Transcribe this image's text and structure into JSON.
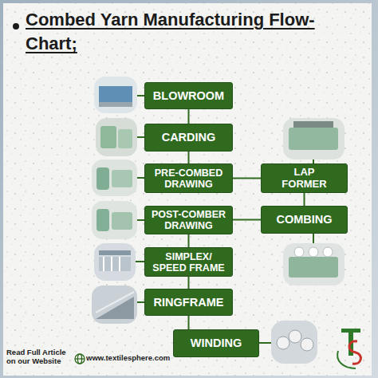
{
  "diagram": {
    "title": "Combed Yarn Manufacturing Flow-Chart;",
    "nodes": [
      {
        "text": [
          "BLOWROOM"
        ]
      },
      {
        "text": [
          "CARDING"
        ]
      },
      {
        "text": [
          "PRE-COMBED DRAWING"
        ]
      },
      {
        "text": [
          "LAP FORMER"
        ]
      },
      {
        "text": [
          "POST-COMBER DRAWING"
        ]
      },
      {
        "text": [
          "COMBING"
        ]
      },
      {
        "text": [
          "SIMPLEX/ SPEED FRAME"
        ]
      },
      {
        "text": [
          "RINGFRAME"
        ]
      },
      {
        "text": [
          "WINDING"
        ]
      }
    ],
    "edges": [
      {
        "from": 0,
        "to": 1,
        "arrow": "none"
      },
      {
        "from": 1,
        "to": 2,
        "arrow": "none"
      },
      {
        "from": 2,
        "to": 3,
        "arrow": "none"
      },
      {
        "from": 3,
        "to": 5,
        "arrow": "none"
      },
      {
        "from": 5,
        "to": 4,
        "arrow": "none"
      },
      {
        "from": 4,
        "to": 6,
        "arrow": "none"
      },
      {
        "from": 6,
        "to": 7,
        "arrow": "none"
      },
      {
        "from": 7,
        "to": 8,
        "arrow": "none"
      }
    ],
    "labels": [
      "Read Full Article on our Website",
      "www.textilesphere.com"
    ]
  }
}
